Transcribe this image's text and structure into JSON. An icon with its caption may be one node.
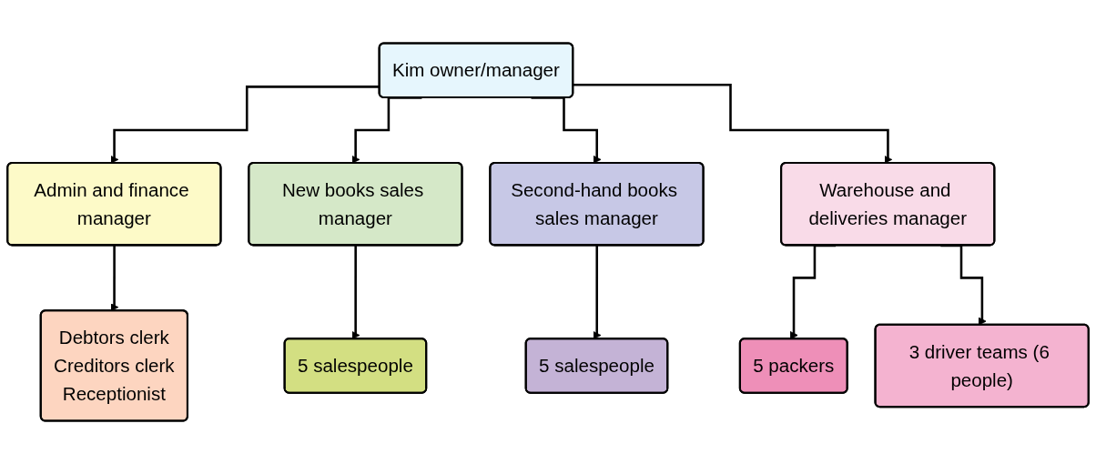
{
  "diagram": {
    "nodes": [
      {
        "text": [
          "Kim owner/manager"
        ]
      },
      {
        "text": [
          "Admin and finance manager"
        ]
      },
      {
        "text": [
          "New books sales manager"
        ]
      },
      {
        "text": [
          "Second-hand books sales manager"
        ]
      },
      {
        "text": [
          "Warehouse and deliveries manager"
        ]
      },
      {
        "text": [
          "Debtors clerk",
          "Creditors clerk",
          "Receptionist"
        ]
      },
      {
        "text": [
          "5 salespeople"
        ]
      },
      {
        "text": [
          "5 salespeople"
        ]
      },
      {
        "text": [
          "5 packers"
        ]
      },
      {
        "text": [
          "3 driver teams (6 people)"
        ]
      }
    ],
    "edges": [
      {
        "from": 0,
        "to": 1,
        "arrow": "to"
      },
      {
        "from": 0,
        "to": 2,
        "arrow": "to"
      },
      {
        "from": 0,
        "to": 3,
        "arrow": "to"
      },
      {
        "from": 0,
        "to": 4,
        "arrow": "to"
      },
      {
        "from": 1,
        "to": 5,
        "arrow": "to"
      },
      {
        "from": 2,
        "to": 6,
        "arrow": "to"
      },
      {
        "from": 3,
        "to": 7,
        "arrow": "to"
      },
      {
        "from": 4,
        "to": 8,
        "arrow": "to"
      },
      {
        "from": 4,
        "to": 9,
        "arrow": "to"
      }
    ]
  }
}
